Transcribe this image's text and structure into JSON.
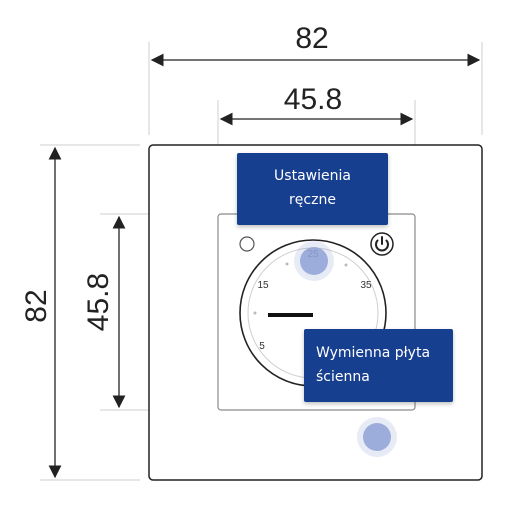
{
  "dimensions": {
    "outer_width": "82",
    "inner_width": "45.8",
    "outer_height": "82",
    "inner_height": "45.8"
  },
  "dial": {
    "scale_labels": [
      "25",
      "15",
      "35",
      "5"
    ]
  },
  "icons": {
    "power": "power-icon",
    "led": "circle-indicator-icon"
  },
  "tooltips": {
    "manual_settings": {
      "line1": "Ustawienia",
      "line2": "ręczne"
    },
    "wall_plate": {
      "line1": "Wymienna płyta",
      "line2": "ścienna"
    }
  },
  "colors": {
    "tooltip_bg": "#173f8f",
    "hotspot": "#8fa2d6",
    "line": "#222222"
  }
}
